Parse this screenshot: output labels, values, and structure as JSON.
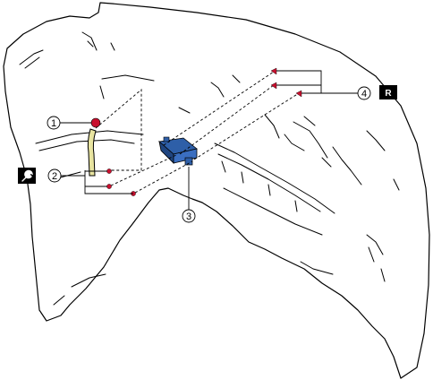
{
  "callouts": [
    {
      "id": "1",
      "label": "1"
    },
    {
      "id": "2",
      "label": "2"
    },
    {
      "id": "3",
      "label": "3"
    },
    {
      "id": "4",
      "label": "4"
    }
  ],
  "badge": {
    "label": "R"
  },
  "icons": {
    "tightening": "wrench-icon"
  },
  "colors": {
    "fastener": "#c8102e",
    "module": "#2e5fa8",
    "harness": "#e8e4a0",
    "badge_bg": "#000000"
  }
}
